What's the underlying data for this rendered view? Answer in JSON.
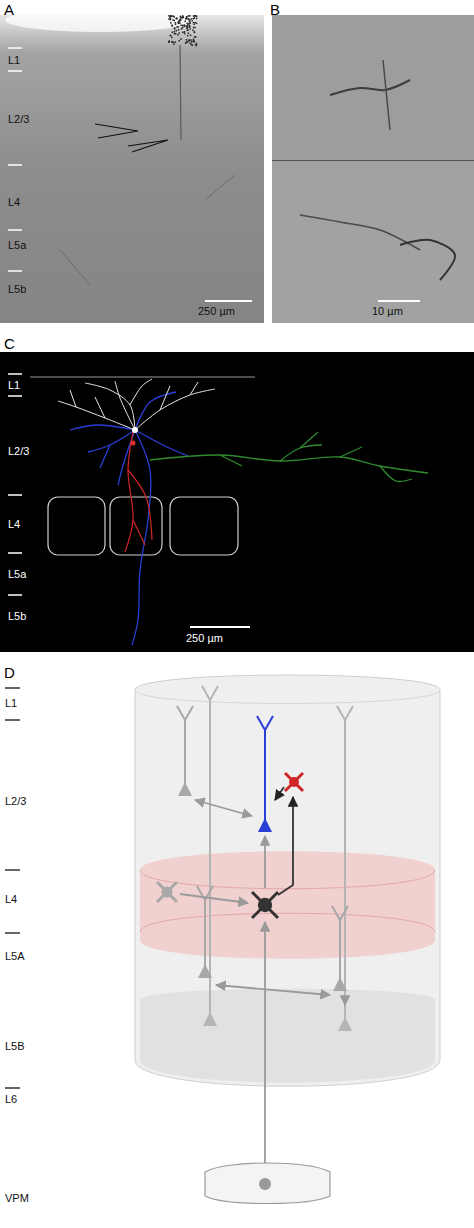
{
  "diagram": {
    "labels": [
      "A",
      "L1",
      "L2/3",
      "L4",
      "L5a",
      "L5b",
      "250 µm",
      "B",
      "10 µm",
      "C",
      "L1",
      "L2/3",
      "L4",
      "L5a",
      "L5b",
      "250 µm",
      "D",
      "L1",
      "L2/3",
      "L4",
      "L5A",
      "L5B",
      "L6",
      "VPM"
    ]
  }
}
